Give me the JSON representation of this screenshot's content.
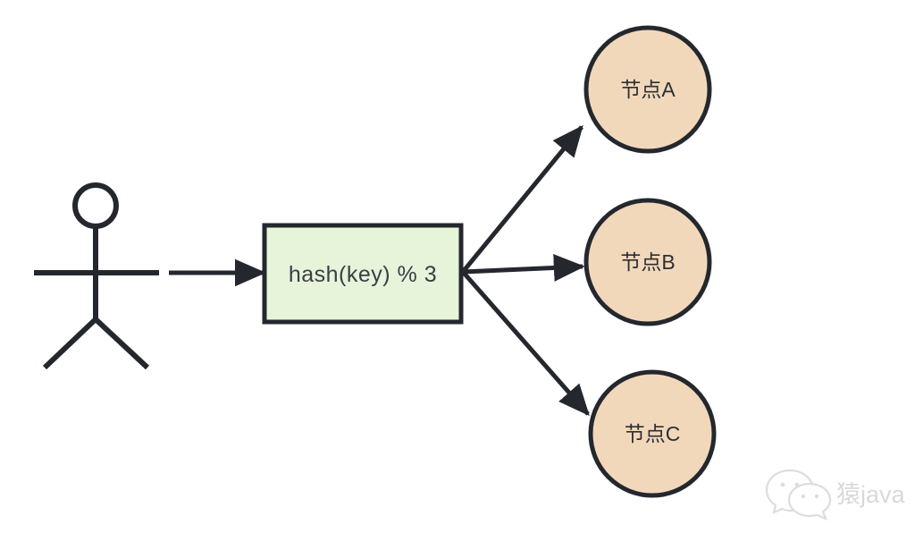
{
  "diagram": {
    "type": "flow-diagram",
    "background_color": "#ffffff",
    "stroke_color": "#24282e",
    "actor": {
      "name": "stick-figure-client",
      "label": ""
    },
    "process_box": {
      "label": "hash(key) % 3",
      "fill_color": "#e6f4da",
      "border_color": "#24282e"
    },
    "nodes": [
      {
        "id": "A",
        "label": "节点A",
        "fill_color": "#f2d8bb",
        "border_color": "#24282e"
      },
      {
        "id": "B",
        "label": "节点B",
        "fill_color": "#f2d8bb",
        "border_color": "#24282e"
      },
      {
        "id": "C",
        "label": "节点C",
        "fill_color": "#f2d8bb",
        "border_color": "#24282e"
      }
    ],
    "edges": [
      {
        "from": "client",
        "to": "hash-box",
        "label": ""
      },
      {
        "from": "hash-box",
        "to": "A",
        "label": ""
      },
      {
        "from": "hash-box",
        "to": "B",
        "label": ""
      },
      {
        "from": "hash-box",
        "to": "C",
        "label": ""
      }
    ]
  },
  "watermark": {
    "icon": "wechat-icon",
    "text": "猿java",
    "color": "#d8d8d8"
  }
}
